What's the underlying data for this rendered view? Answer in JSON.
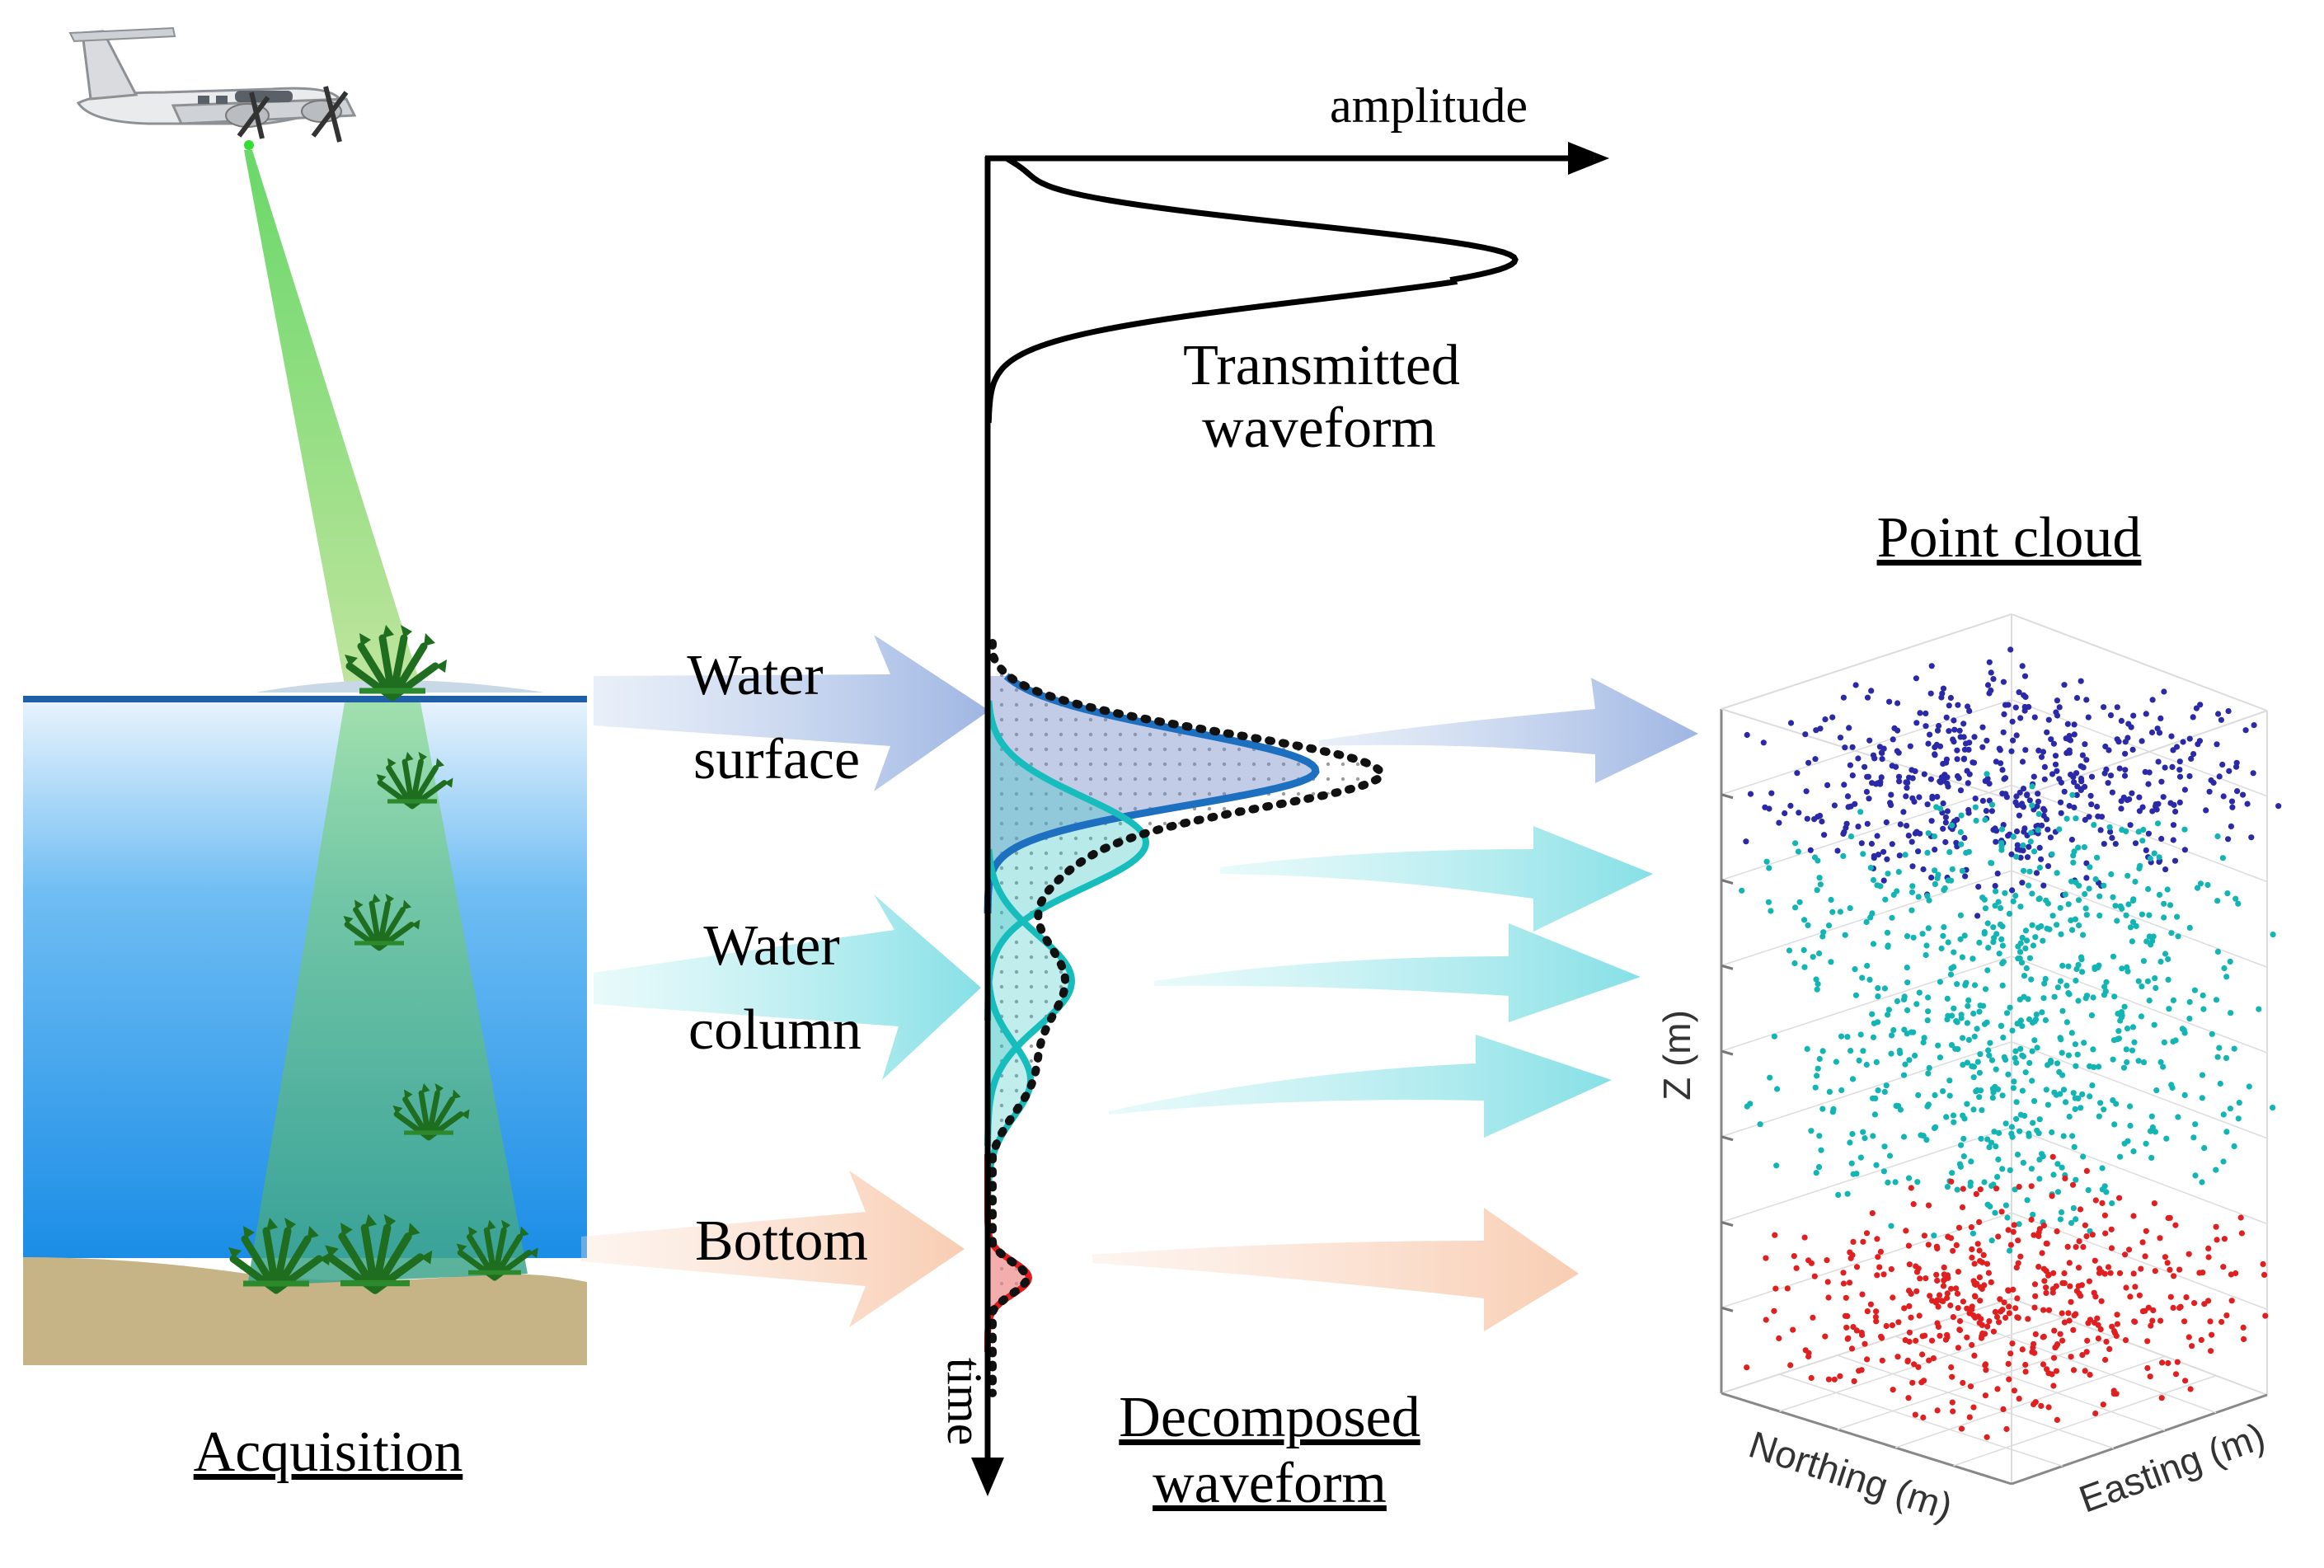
{
  "acquisition": {
    "caption": "Acquisition",
    "icons": [
      "airplane-icon",
      "seagrass-icon"
    ]
  },
  "waveform": {
    "axis_amplitude": "amplitude",
    "axis_time": "time",
    "transmitted_label_line1": "Transmitted",
    "transmitted_label_line2": "waveform",
    "caption_line1": "Decomposed",
    "caption_line2": "waveform"
  },
  "returns": {
    "water_surface_line1": "Water",
    "water_surface_line2": "surface",
    "water_column_line1": "Water",
    "water_column_line2": "column",
    "bottom": "Bottom"
  },
  "point_cloud": {
    "caption": "Point cloud",
    "z_label": "Z (m)",
    "northing_label": "Northing (m)",
    "easting_label": "Easting (m)"
  },
  "colors": {
    "surface": "#2a2aa8",
    "column": "#12b4b4",
    "bottom": "#e02020",
    "water_top": "#d7ebfb",
    "water_bottom": "#1e8fe8",
    "sand": "#c9b88a",
    "beam": "#7ecb6f",
    "plant": "#1f7a1f"
  }
}
